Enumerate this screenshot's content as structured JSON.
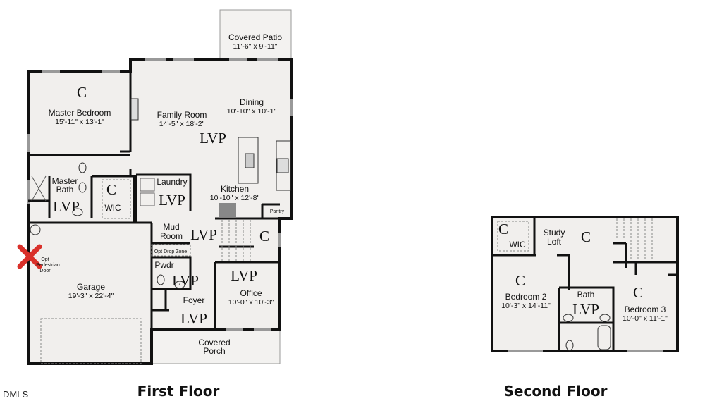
{
  "first_floor": {
    "title": "First Floor",
    "rooms": {
      "covered_patio": {
        "name": "Covered Patio",
        "dims": "11'-6\" x 9'-11\""
      },
      "master_bedroom": {
        "name": "Master Bedroom",
        "dims": "15'-11\" x 13'-1\"",
        "flooring": "C"
      },
      "family_room": {
        "name": "Family Room",
        "dims": "14'-5\" x 18'-2\"",
        "flooring": "LVP"
      },
      "dining": {
        "name": "Dining",
        "dims": "10'-10\" x 10'-1\""
      },
      "kitchen": {
        "name": "Kitchen",
        "dims": "10'-10\" x 12'-8\""
      },
      "pantry": {
        "name": "Pantry"
      },
      "master_bath": {
        "name_line1": "Master",
        "name_line2": "Bath",
        "flooring": "LVP"
      },
      "wic": {
        "name": "WIC",
        "flooring": "C"
      },
      "laundry": {
        "name": "Laundry",
        "flooring": "LVP"
      },
      "mud_room": {
        "name_line1": "Mud",
        "name_line2": "Room",
        "flooring": "LVP"
      },
      "opt_drop_zone": {
        "name": "Opt Drop Zone"
      },
      "under_stair": {
        "flooring": "C"
      },
      "pwdr": {
        "name": "Pwdr",
        "flooring": "LVP"
      },
      "office": {
        "name": "Office",
        "dims": "10'-0\" x 10'-3\"",
        "flooring": "LVP"
      },
      "foyer": {
        "name": "Foyer",
        "flooring": "LVP"
      },
      "covered_porch": {
        "name_line1": "Covered",
        "name_line2": "Porch"
      },
      "garage": {
        "name": "Garage",
        "dims": "19'-3\" x 22'-4\""
      },
      "opt_door": {
        "line1": "Opt",
        "line2": "Pedestrian",
        "line3": "Door"
      }
    }
  },
  "second_floor": {
    "title": "Second Floor",
    "rooms": {
      "wic": {
        "name": "WIC",
        "flooring": "C"
      },
      "study_loft": {
        "name_line1": "Study",
        "name_line2": "Loft",
        "flooring": "C"
      },
      "bedroom_2": {
        "name": "Bedroom 2",
        "dims": "10'-3\" x 14'-11\"",
        "flooring": "C"
      },
      "bath": {
        "name": "Bath",
        "flooring": "LVP"
      },
      "bedroom_3": {
        "name": "Bedroom 3",
        "dims": "10'-0\" x 11'-1\"",
        "flooring": "C"
      }
    }
  },
  "watermark": "DMLS",
  "colors": {
    "wall": "#111111",
    "floor": "#f1efed",
    "cross_mark": "#d9302a"
  }
}
